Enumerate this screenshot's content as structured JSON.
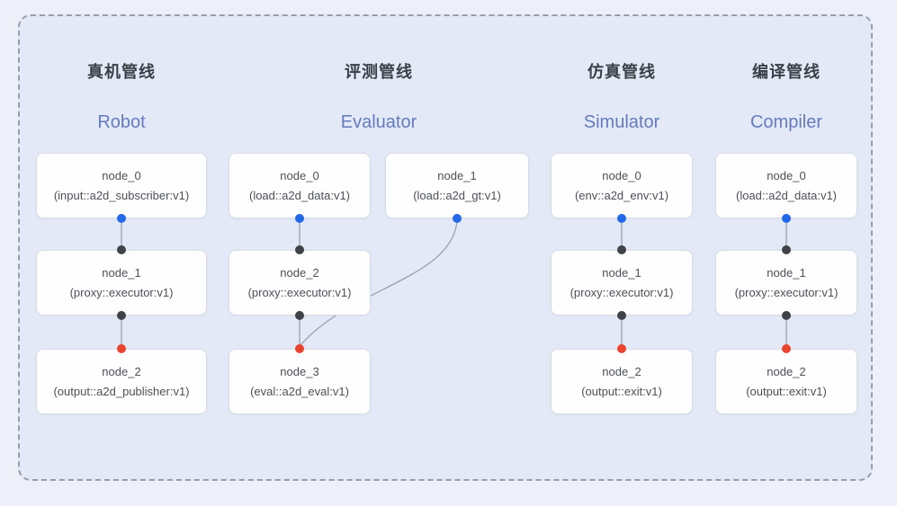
{
  "diagram": {
    "kind": "pipeline-node-graph",
    "colors": {
      "page_bg": "#edf0f9",
      "panel_bg": "#e4e9f7",
      "panel_border": "#979ea9",
      "node_bg": "#fefefe",
      "node_border": "#d8dce4",
      "node_text": "#4b5058",
      "title_zh": "#3a3f47",
      "title_en": "#657bbd",
      "edge": "#9aa2b1",
      "port_blue": "#2268e8",
      "port_black": "#3f4347",
      "port_red": "#ea4430"
    }
  },
  "pipelines": [
    {
      "title_zh": "真机管线",
      "title_en": "Robot",
      "nodes": [
        {
          "name": "node_0",
          "type": "(input::a2d_subscriber:v1)"
        },
        {
          "name": "node_1",
          "type": "(proxy::executor:v1)"
        },
        {
          "name": "node_2",
          "type": "(output::a2d_publisher:v1)"
        }
      ]
    },
    {
      "title_zh": "评测管线",
      "title_en": "Evaluator",
      "nodes": [
        {
          "name": "node_0",
          "type": "(load::a2d_data:v1)"
        },
        {
          "name": "node_1",
          "type": "(load::a2d_gt:v1)"
        },
        {
          "name": "node_2",
          "type": "(proxy::executor:v1)"
        },
        {
          "name": "node_3",
          "type": "(eval::a2d_eval:v1)"
        }
      ]
    },
    {
      "title_zh": "仿真管线",
      "title_en": "Simulator",
      "nodes": [
        {
          "name": "node_0",
          "type": "(env::a2d_env:v1)"
        },
        {
          "name": "node_1",
          "type": "(proxy::executor:v1)"
        },
        {
          "name": "node_2",
          "type": "(output::exit:v1)"
        }
      ]
    },
    {
      "title_zh": "编译管线",
      "title_en": "Compiler",
      "nodes": [
        {
          "name": "node_0",
          "type": "(load::a2d_data:v1)"
        },
        {
          "name": "node_1",
          "type": "(proxy::executor:v1)"
        },
        {
          "name": "node_2",
          "type": "(output::exit:v1)"
        }
      ]
    }
  ]
}
